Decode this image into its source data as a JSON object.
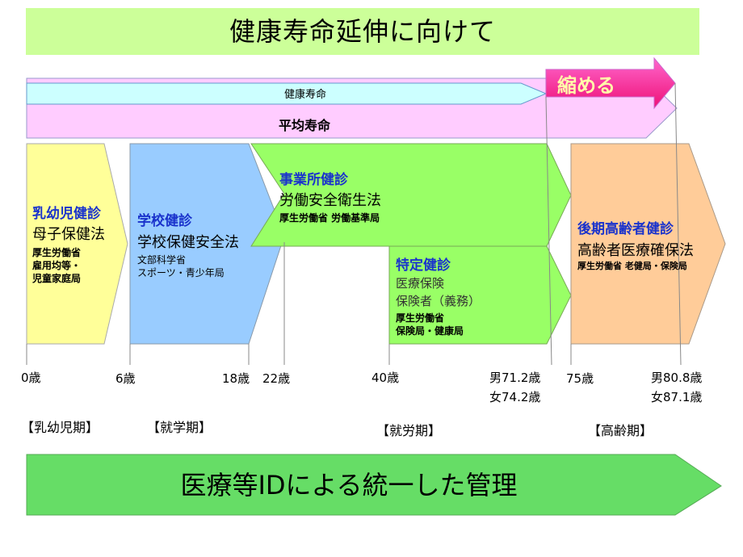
{
  "title": "健康寿命延伸に向けて",
  "colors": {
    "title_bg": "#ccff99",
    "healthy_life_bar": "#ccffff",
    "average_life_bar": "#ffccff",
    "infant_box": "#ffff99",
    "school_box": "#99ccff",
    "workplace_box": "#99ff66",
    "elderly_box": "#ffcc99",
    "bottom_arrow": "#66dd66",
    "shorten_arrow": "#ff3399",
    "section_title": "#1a33cc"
  },
  "bars": {
    "healthy_life": "健康寿命",
    "average_life": "平均寿命",
    "shorten": "縮める"
  },
  "boxes": {
    "infant": {
      "title": "乳幼児健診",
      "law": "母子保健法",
      "ministry": [
        "厚生労働省",
        "雇用均等・",
        "児童家庭局"
      ]
    },
    "school": {
      "title": "学校健診",
      "law": "学校保健安全法",
      "ministry": [
        "文部科学省",
        "スポーツ・青少年局"
      ]
    },
    "workplace": {
      "title": "事業所健診",
      "law": "労働安全衛生法",
      "ministry": [
        "厚生労働省 労働基準局"
      ]
    },
    "specific": {
      "title": "特定健診",
      "lines": [
        "医療保険",
        "保険者（義務）"
      ],
      "ministry": [
        "厚生労働省",
        "保険局・健康局"
      ]
    },
    "elderly": {
      "title": "後期高齢者健診",
      "law": "高齢者医療確保法",
      "ministry": [
        "厚生労働省 老健局・保険局"
      ]
    }
  },
  "ages": {
    "a0": "0歳",
    "a6": "6歳",
    "a18": "18歳",
    "a22": "22歳",
    "a40": "40歳",
    "male_avg": "男71.2歳",
    "female_avg": "女74.2歳",
    "a75": "75歳",
    "male_life": "男80.8歳",
    "female_life": "女87.1歳"
  },
  "periods": {
    "infancy": "【乳幼児期】",
    "school": "【就学期】",
    "working": "【就労期】",
    "elderly": "【高齢期】"
  },
  "bottom": "医療等IDによる統一した管理"
}
